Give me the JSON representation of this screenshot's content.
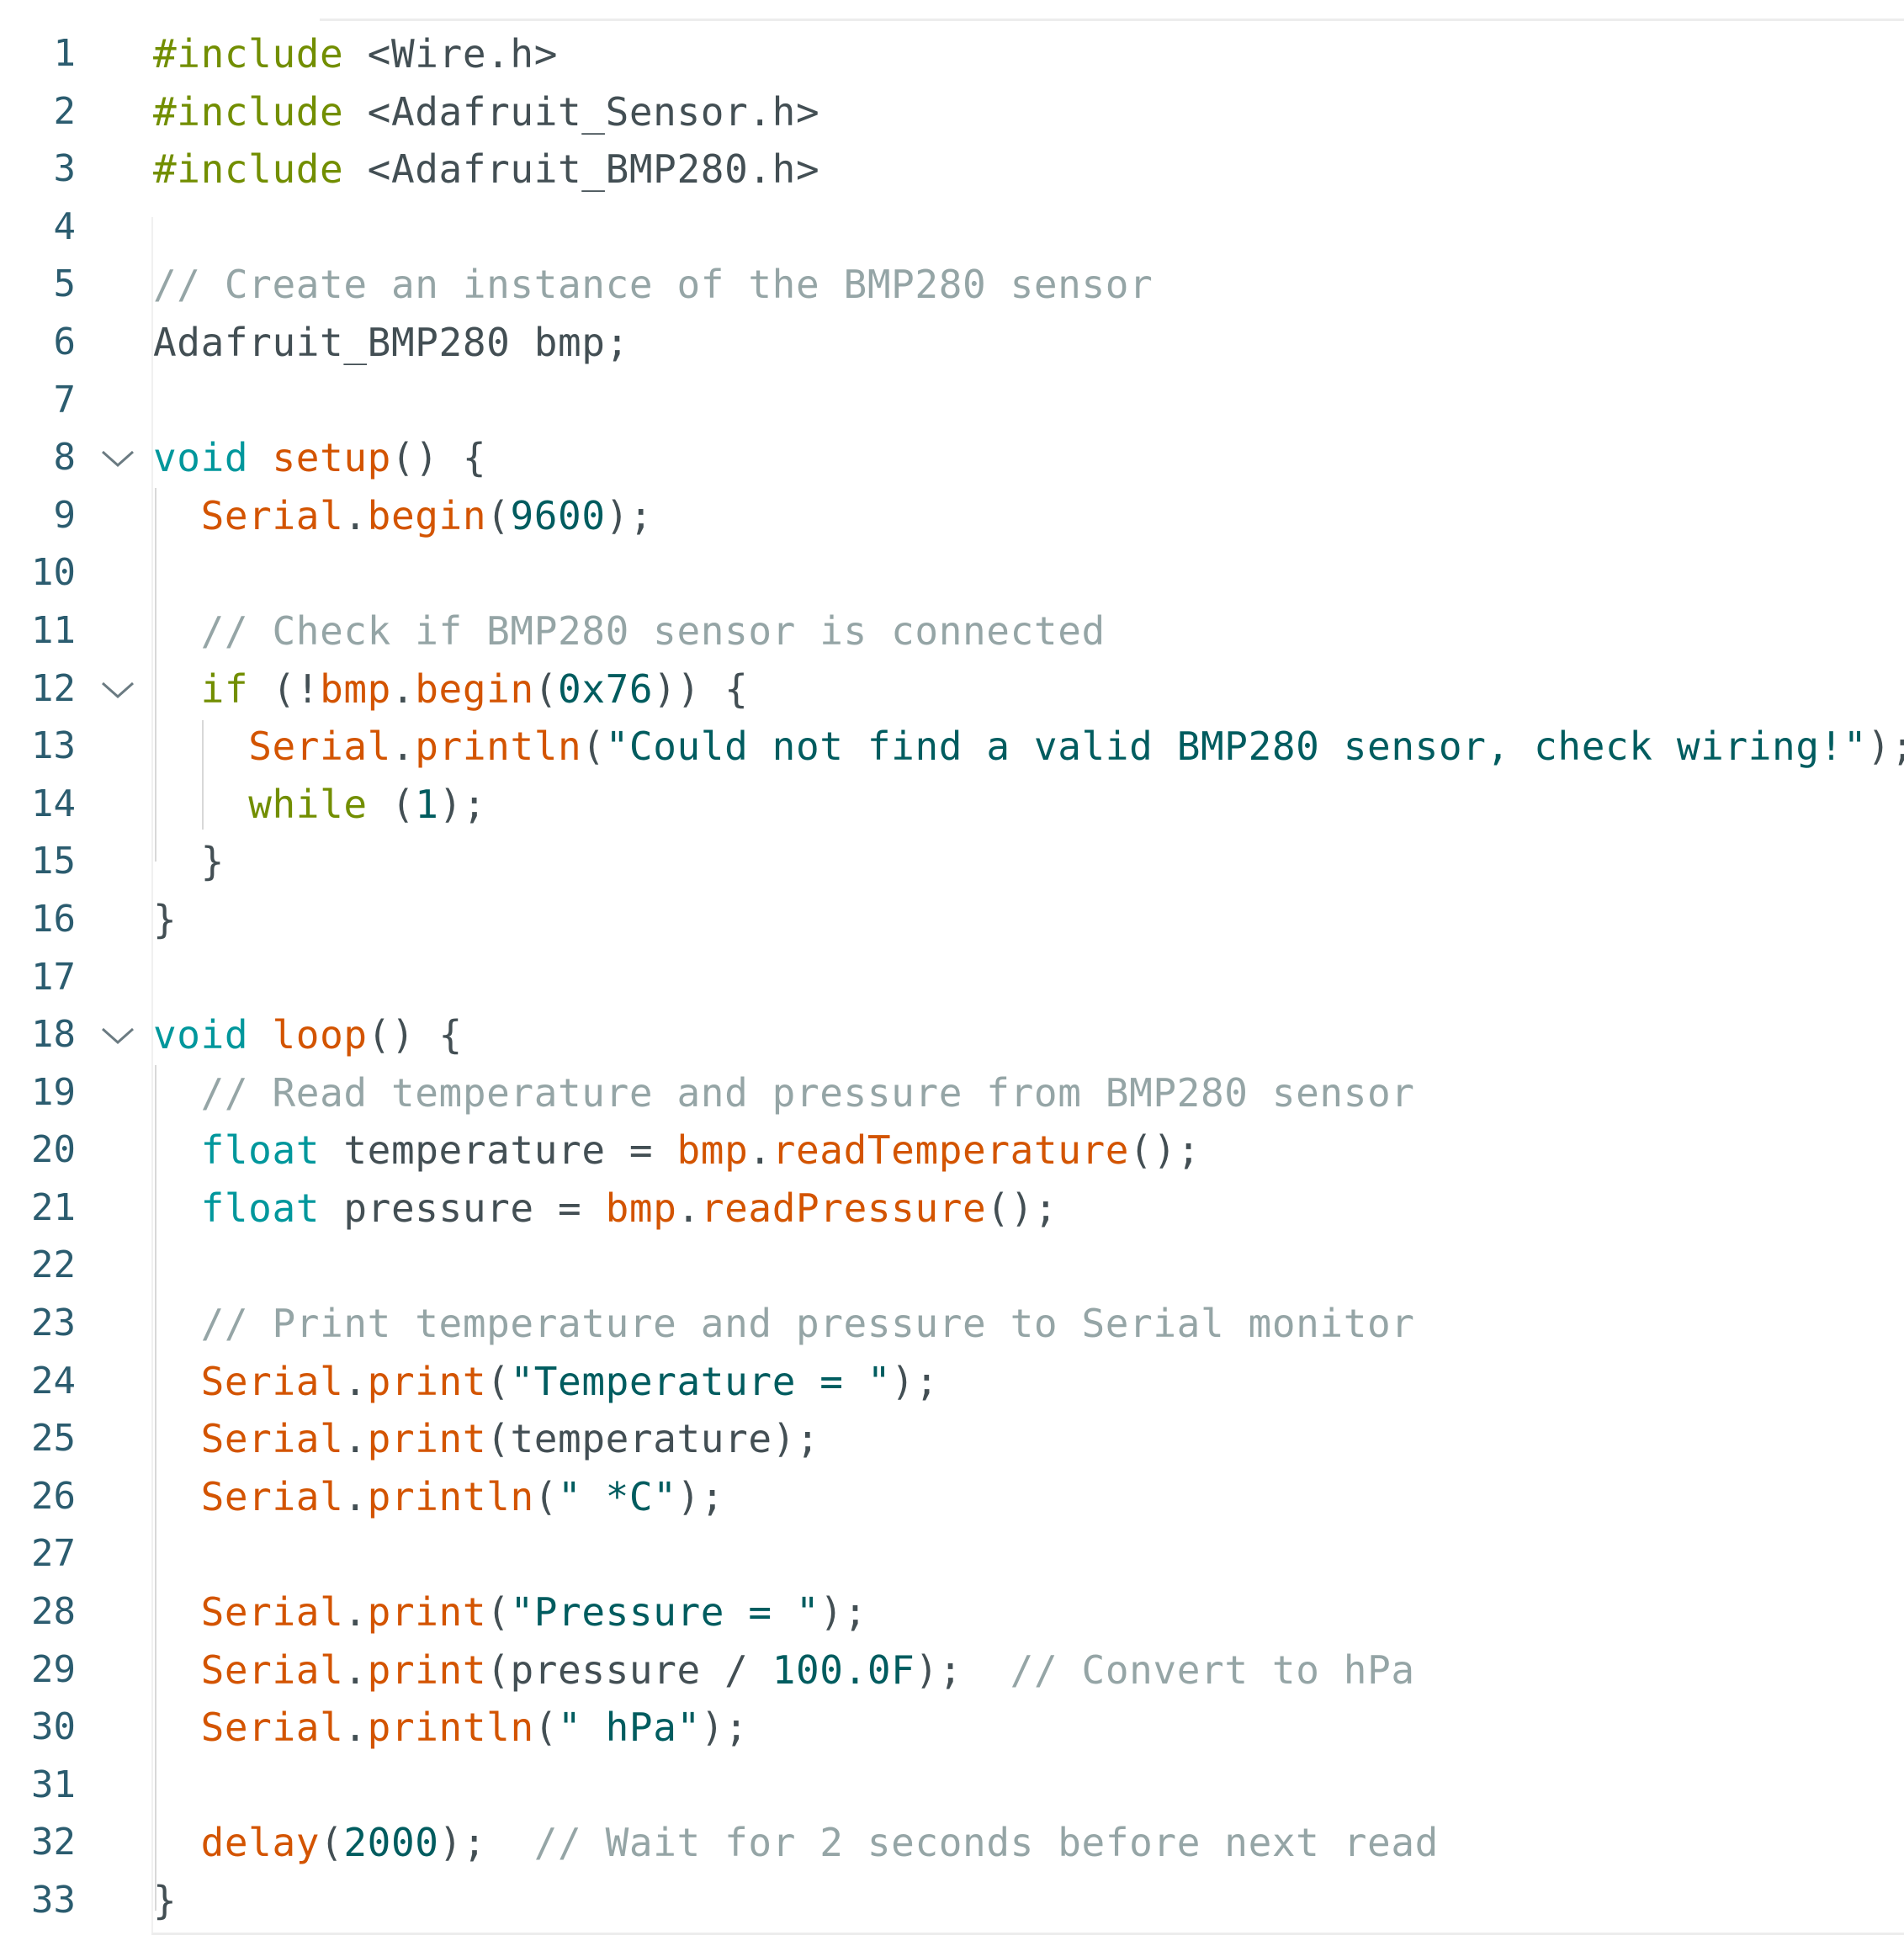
{
  "colors": {
    "preprocessor": "#728e00",
    "keyword": "#00979c",
    "function": "#d35400",
    "comment": "#95a5a6",
    "string": "#005c5f",
    "number": "#005c5f",
    "text": "#434f54",
    "line_number": "#2b5c6f"
  },
  "editor": {
    "fold_icon": "chevron-down-icon",
    "lines": [
      {
        "num": "1",
        "fold": false,
        "tokens": [
          {
            "t": "#include",
            "c": "pre"
          },
          {
            "t": " <Wire.h>",
            "c": "def"
          }
        ]
      },
      {
        "num": "2",
        "fold": false,
        "tokens": [
          {
            "t": "#include",
            "c": "pre"
          },
          {
            "t": " <Adafruit_Sensor.h>",
            "c": "def"
          }
        ]
      },
      {
        "num": "3",
        "fold": false,
        "tokens": [
          {
            "t": "#include",
            "c": "pre"
          },
          {
            "t": " <Adafruit_BMP280.h>",
            "c": "def"
          }
        ]
      },
      {
        "num": "4",
        "fold": false,
        "tokens": []
      },
      {
        "num": "5",
        "fold": false,
        "tokens": [
          {
            "t": "// Create an instance of the BMP280 sensor",
            "c": "cm"
          }
        ]
      },
      {
        "num": "6",
        "fold": false,
        "tokens": [
          {
            "t": "Adafruit_BMP280 bmp;",
            "c": "def"
          }
        ]
      },
      {
        "num": "7",
        "fold": false,
        "tokens": []
      },
      {
        "num": "8",
        "fold": true,
        "tokens": [
          {
            "t": "void",
            "c": "kw"
          },
          {
            "t": " ",
            "c": "def"
          },
          {
            "t": "setup",
            "c": "fn"
          },
          {
            "t": "() {",
            "c": "def"
          }
        ]
      },
      {
        "num": "9",
        "fold": false,
        "tokens": [
          {
            "t": "  ",
            "c": "def"
          },
          {
            "t": "Serial",
            "c": "fn"
          },
          {
            "t": ".",
            "c": "def"
          },
          {
            "t": "begin",
            "c": "fn"
          },
          {
            "t": "(",
            "c": "def"
          },
          {
            "t": "9600",
            "c": "num"
          },
          {
            "t": ");",
            "c": "def"
          }
        ]
      },
      {
        "num": "10",
        "fold": false,
        "tokens": []
      },
      {
        "num": "11",
        "fold": false,
        "tokens": [
          {
            "t": "  ",
            "c": "def"
          },
          {
            "t": "// Check if BMP280 sensor is connected",
            "c": "cm"
          }
        ]
      },
      {
        "num": "12",
        "fold": true,
        "tokens": [
          {
            "t": "  ",
            "c": "def"
          },
          {
            "t": "if",
            "c": "pre"
          },
          {
            "t": " (!",
            "c": "def"
          },
          {
            "t": "bmp",
            "c": "fn"
          },
          {
            "t": ".",
            "c": "def"
          },
          {
            "t": "begin",
            "c": "fn"
          },
          {
            "t": "(",
            "c": "def"
          },
          {
            "t": "0x76",
            "c": "num"
          },
          {
            "t": ")) {",
            "c": "def"
          }
        ]
      },
      {
        "num": "13",
        "fold": false,
        "tokens": [
          {
            "t": "    ",
            "c": "def"
          },
          {
            "t": "Serial",
            "c": "fn"
          },
          {
            "t": ".",
            "c": "def"
          },
          {
            "t": "println",
            "c": "fn"
          },
          {
            "t": "(",
            "c": "def"
          },
          {
            "t": "\"Could not find a valid BMP280 sensor, check wiring!\"",
            "c": "str"
          },
          {
            "t": ");",
            "c": "def"
          }
        ]
      },
      {
        "num": "14",
        "fold": false,
        "tokens": [
          {
            "t": "    ",
            "c": "def"
          },
          {
            "t": "while",
            "c": "pre"
          },
          {
            "t": " (",
            "c": "def"
          },
          {
            "t": "1",
            "c": "num"
          },
          {
            "t": ");",
            "c": "def"
          }
        ]
      },
      {
        "num": "15",
        "fold": false,
        "tokens": [
          {
            "t": "  }",
            "c": "def"
          }
        ]
      },
      {
        "num": "16",
        "fold": false,
        "tokens": [
          {
            "t": "}",
            "c": "def"
          }
        ]
      },
      {
        "num": "17",
        "fold": false,
        "tokens": []
      },
      {
        "num": "18",
        "fold": true,
        "tokens": [
          {
            "t": "void",
            "c": "kw"
          },
          {
            "t": " ",
            "c": "def"
          },
          {
            "t": "loop",
            "c": "fn"
          },
          {
            "t": "() {",
            "c": "def"
          }
        ]
      },
      {
        "num": "19",
        "fold": false,
        "tokens": [
          {
            "t": "  ",
            "c": "def"
          },
          {
            "t": "// Read temperature and pressure from BMP280 sensor",
            "c": "cm"
          }
        ]
      },
      {
        "num": "20",
        "fold": false,
        "tokens": [
          {
            "t": "  ",
            "c": "def"
          },
          {
            "t": "float",
            "c": "kw"
          },
          {
            "t": " temperature = ",
            "c": "def"
          },
          {
            "t": "bmp",
            "c": "fn"
          },
          {
            "t": ".",
            "c": "def"
          },
          {
            "t": "readTemperature",
            "c": "fn"
          },
          {
            "t": "();",
            "c": "def"
          }
        ]
      },
      {
        "num": "21",
        "fold": false,
        "tokens": [
          {
            "t": "  ",
            "c": "def"
          },
          {
            "t": "float",
            "c": "kw"
          },
          {
            "t": " pressure = ",
            "c": "def"
          },
          {
            "t": "bmp",
            "c": "fn"
          },
          {
            "t": ".",
            "c": "def"
          },
          {
            "t": "readPressure",
            "c": "fn"
          },
          {
            "t": "();",
            "c": "def"
          }
        ]
      },
      {
        "num": "22",
        "fold": false,
        "tokens": []
      },
      {
        "num": "23",
        "fold": false,
        "tokens": [
          {
            "t": "  ",
            "c": "def"
          },
          {
            "t": "// Print temperature and pressure to Serial monitor",
            "c": "cm"
          }
        ]
      },
      {
        "num": "24",
        "fold": false,
        "tokens": [
          {
            "t": "  ",
            "c": "def"
          },
          {
            "t": "Serial",
            "c": "fn"
          },
          {
            "t": ".",
            "c": "def"
          },
          {
            "t": "print",
            "c": "fn"
          },
          {
            "t": "(",
            "c": "def"
          },
          {
            "t": "\"Temperature = \"",
            "c": "str"
          },
          {
            "t": ");",
            "c": "def"
          }
        ]
      },
      {
        "num": "25",
        "fold": false,
        "tokens": [
          {
            "t": "  ",
            "c": "def"
          },
          {
            "t": "Serial",
            "c": "fn"
          },
          {
            "t": ".",
            "c": "def"
          },
          {
            "t": "print",
            "c": "fn"
          },
          {
            "t": "(temperature);",
            "c": "def"
          }
        ]
      },
      {
        "num": "26",
        "fold": false,
        "tokens": [
          {
            "t": "  ",
            "c": "def"
          },
          {
            "t": "Serial",
            "c": "fn"
          },
          {
            "t": ".",
            "c": "def"
          },
          {
            "t": "println",
            "c": "fn"
          },
          {
            "t": "(",
            "c": "def"
          },
          {
            "t": "\" *C\"",
            "c": "str"
          },
          {
            "t": ");",
            "c": "def"
          }
        ]
      },
      {
        "num": "27",
        "fold": false,
        "tokens": []
      },
      {
        "num": "28",
        "fold": false,
        "tokens": [
          {
            "t": "  ",
            "c": "def"
          },
          {
            "t": "Serial",
            "c": "fn"
          },
          {
            "t": ".",
            "c": "def"
          },
          {
            "t": "print",
            "c": "fn"
          },
          {
            "t": "(",
            "c": "def"
          },
          {
            "t": "\"Pressure = \"",
            "c": "str"
          },
          {
            "t": ");",
            "c": "def"
          }
        ]
      },
      {
        "num": "29",
        "fold": false,
        "tokens": [
          {
            "t": "  ",
            "c": "def"
          },
          {
            "t": "Serial",
            "c": "fn"
          },
          {
            "t": ".",
            "c": "def"
          },
          {
            "t": "print",
            "c": "fn"
          },
          {
            "t": "(pressure / ",
            "c": "def"
          },
          {
            "t": "100.0F",
            "c": "num"
          },
          {
            "t": ");  ",
            "c": "def"
          },
          {
            "t": "// Convert to hPa",
            "c": "cm"
          }
        ]
      },
      {
        "num": "30",
        "fold": false,
        "tokens": [
          {
            "t": "  ",
            "c": "def"
          },
          {
            "t": "Serial",
            "c": "fn"
          },
          {
            "t": ".",
            "c": "def"
          },
          {
            "t": "println",
            "c": "fn"
          },
          {
            "t": "(",
            "c": "def"
          },
          {
            "t": "\" hPa\"",
            "c": "str"
          },
          {
            "t": ");",
            "c": "def"
          }
        ]
      },
      {
        "num": "31",
        "fold": false,
        "tokens": []
      },
      {
        "num": "32",
        "fold": false,
        "tokens": [
          {
            "t": "  ",
            "c": "def"
          },
          {
            "t": "delay",
            "c": "fn"
          },
          {
            "t": "(",
            "c": "def"
          },
          {
            "t": "2000",
            "c": "num"
          },
          {
            "t": ");  ",
            "c": "def"
          },
          {
            "t": "// Wait for 2 seconds before next read",
            "c": "cm"
          }
        ]
      },
      {
        "num": "33",
        "fold": false,
        "tokens": [
          {
            "t": "}",
            "c": "def"
          }
        ]
      }
    ]
  }
}
